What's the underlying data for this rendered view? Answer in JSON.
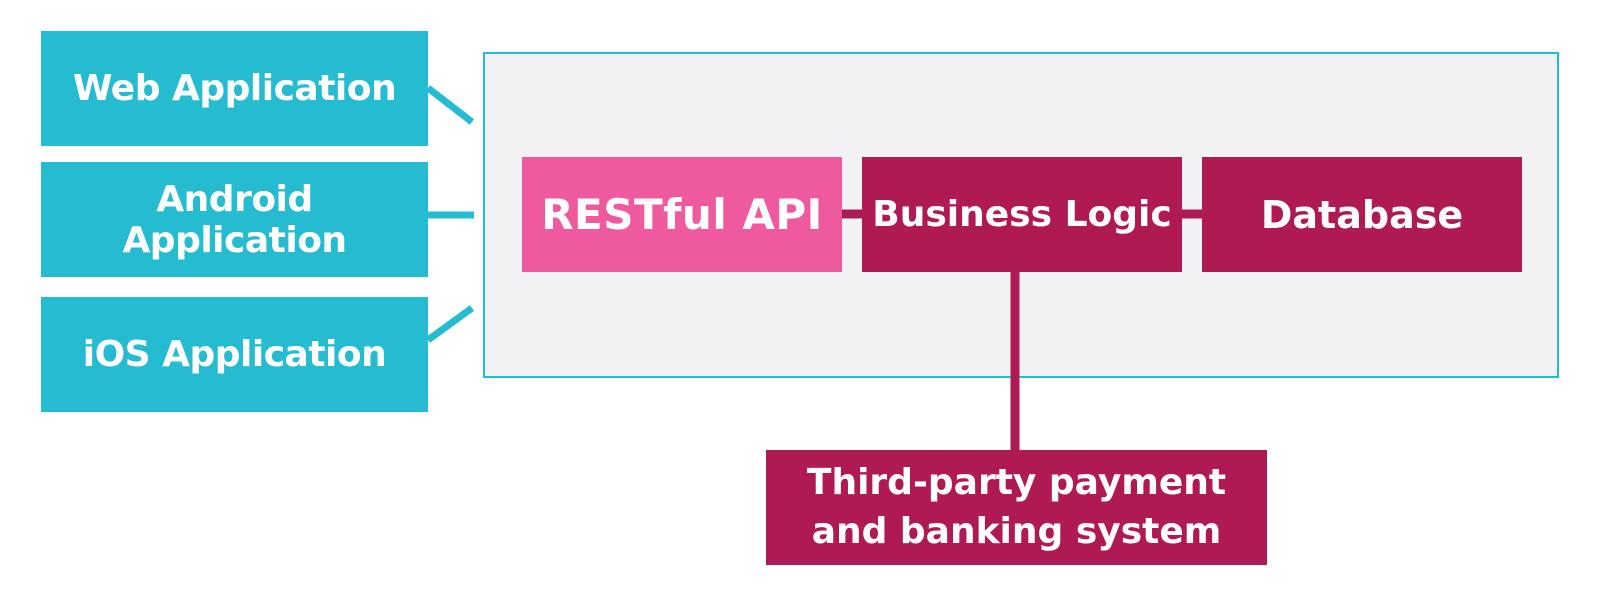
{
  "clients": {
    "web": "Web Application",
    "android": "Android Application",
    "ios": "iOS Application"
  },
  "backend": {
    "api": "RESTful API",
    "logic": "Business Logic",
    "database": "Database"
  },
  "external": {
    "line1": "Third-party payment",
    "line2": "and banking system"
  },
  "colors": {
    "client": "#25bcd2",
    "api": "#ef5a9f",
    "core": "#b01a54",
    "panel": "#f2f1f4"
  }
}
